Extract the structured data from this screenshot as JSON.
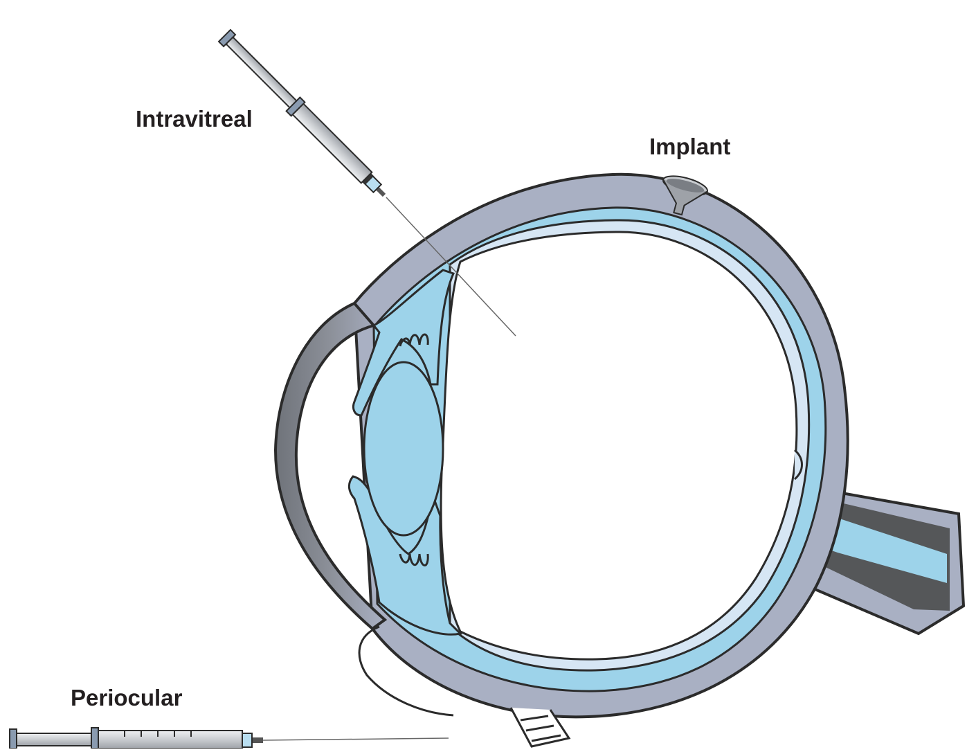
{
  "labels": {
    "intravitreal": "Intravitreal",
    "implant": "Implant",
    "periocular": "Periocular"
  },
  "colors": {
    "sclera": "#a9b0c3",
    "choroid": "#9dd3ea",
    "retina": "#d6e6f4",
    "cornea": "#8a8f98",
    "optic_nerve": "#555759",
    "outline": "#2b2b2b",
    "syringe_barrel": "#d5d7da",
    "syringe_fluid": "#b9def0"
  },
  "icons": [
    "syringe-icon",
    "syringe-icon",
    "funnel-implant-icon"
  ]
}
